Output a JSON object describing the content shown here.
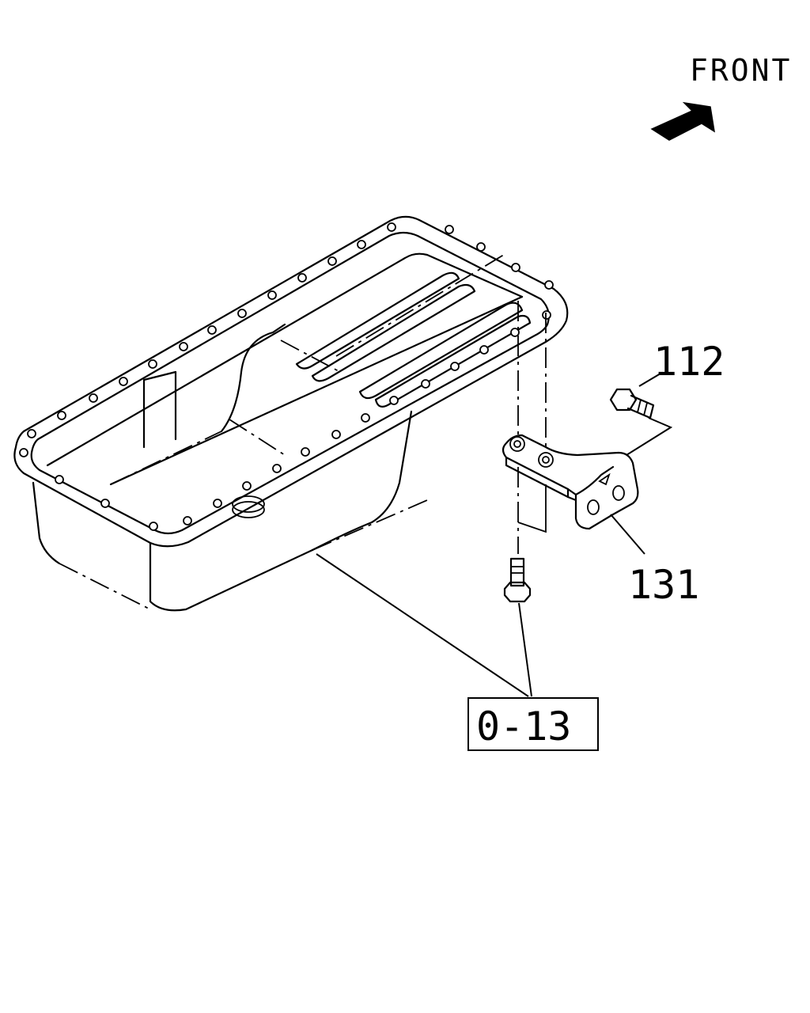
{
  "orientation": {
    "label": "FRONT",
    "icon": "front-arrow-icon"
  },
  "callouts": {
    "bolt": "112",
    "bracket": "131",
    "reference": "0-13"
  },
  "colors": {
    "ink": "#000000",
    "paper": "#ffffff"
  }
}
